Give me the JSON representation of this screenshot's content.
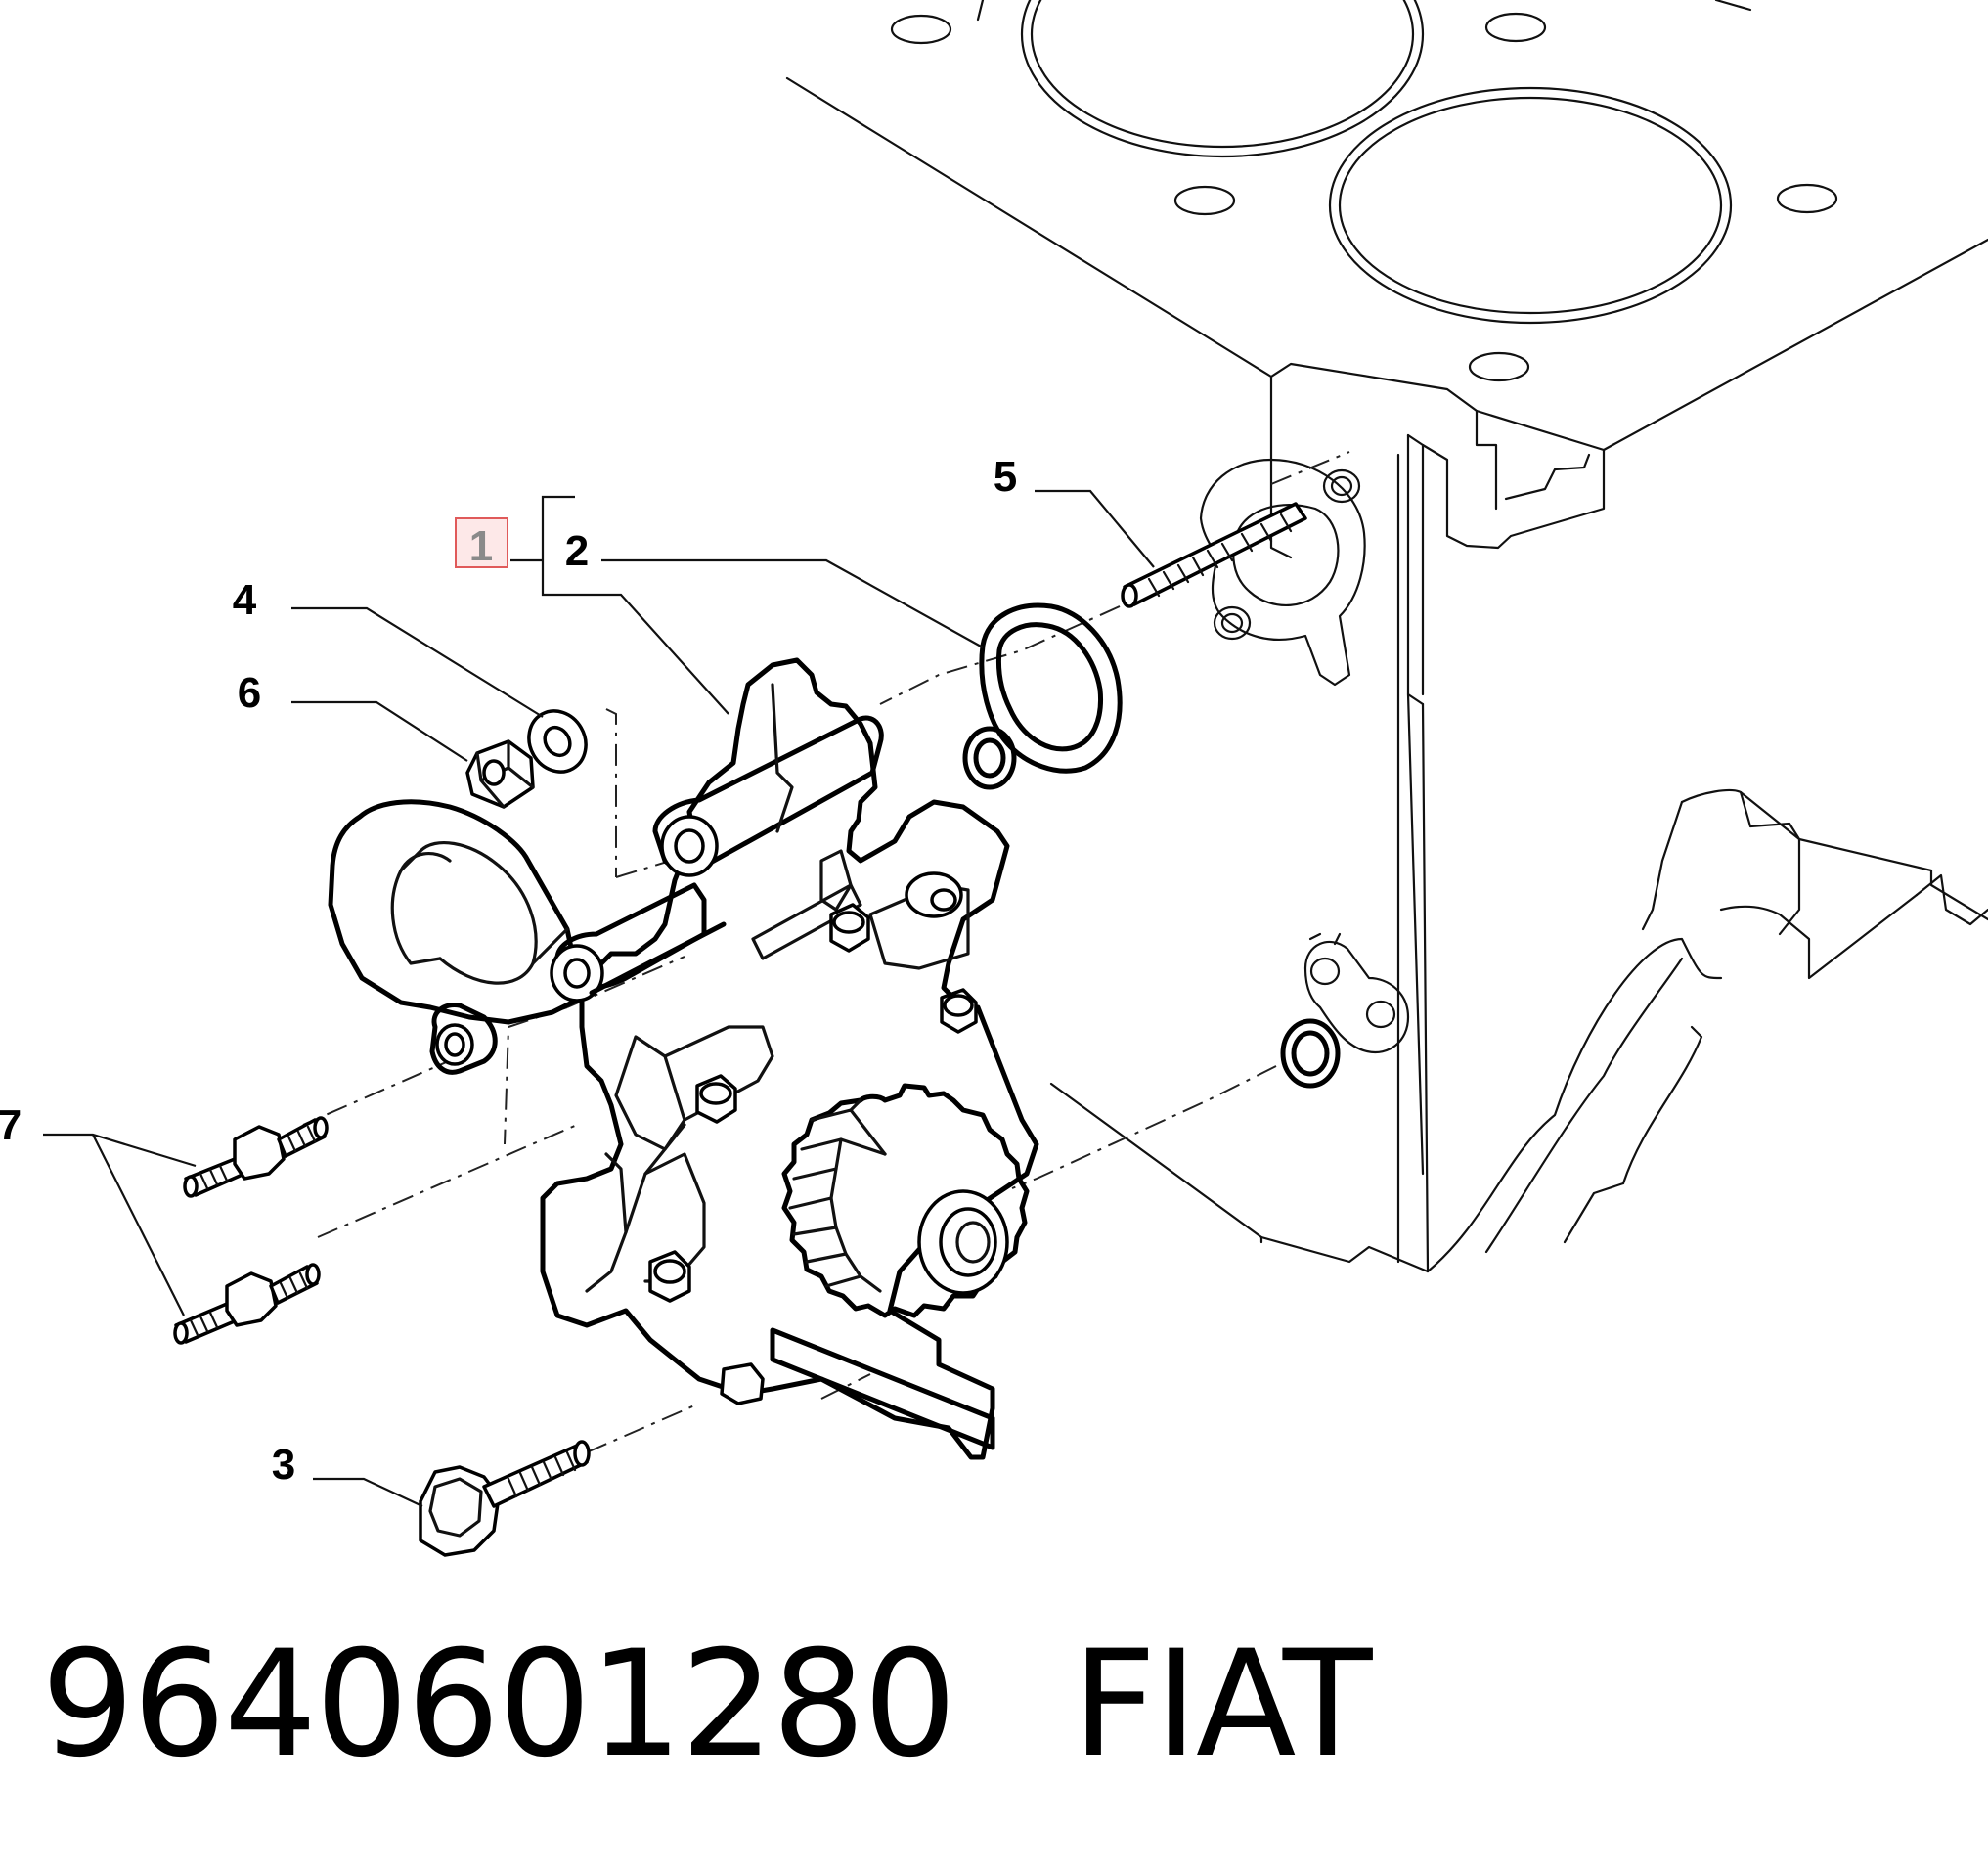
{
  "callouts": {
    "c1": "1",
    "c2": "2",
    "c3": "3",
    "c4": "4",
    "c5": "5",
    "c6": "6",
    "c7": "7"
  },
  "caption": {
    "part_number": "9640601280",
    "brand": "FIAT"
  },
  "colors": {
    "highlight_fill": "#fde8e8",
    "highlight_border": "#e05a5a",
    "highlight_text": "#8a8a8a"
  }
}
